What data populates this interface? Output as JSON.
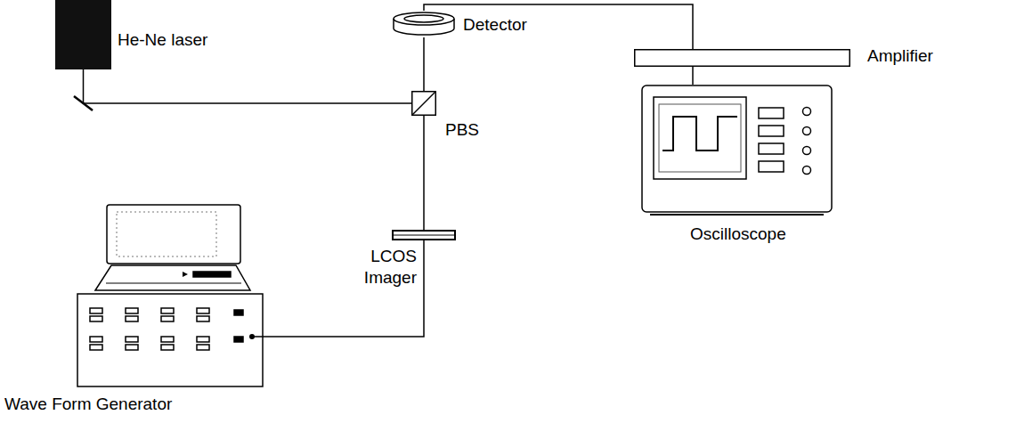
{
  "diagram": {
    "nodes": [
      {
        "text": [
          "He-Ne laser"
        ]
      },
      {
        "text": [
          "Detector"
        ]
      },
      {
        "text": [
          "Amplifier"
        ]
      },
      {
        "text": [
          "PBS"
        ]
      },
      {
        "text": [
          "Oscilloscope"
        ]
      },
      {
        "text": [
          "LCOS Imager"
        ]
      },
      {
        "text": [
          "Wave Form Generator"
        ]
      }
    ],
    "edges": [
      {
        "from": 0,
        "to": 3,
        "arrow": "none"
      },
      {
        "from": 3,
        "to": 1,
        "arrow": "none"
      },
      {
        "from": 3,
        "to": 5,
        "arrow": "none"
      },
      {
        "from": 1,
        "to": 2,
        "arrow": "none"
      },
      {
        "from": 2,
        "to": 4,
        "arrow": "none"
      },
      {
        "from": 5,
        "to": 6,
        "arrow": "none"
      }
    ]
  }
}
